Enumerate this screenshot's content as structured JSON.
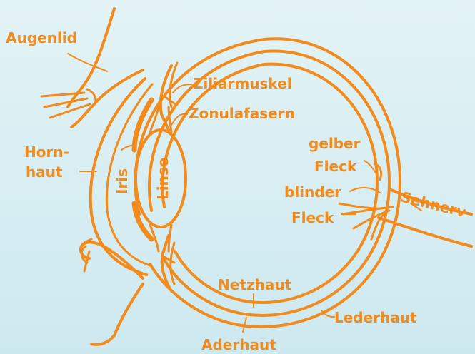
{
  "colors": {
    "ink": "#f28a1c",
    "background_top": "#e3f3f5",
    "background_bottom": "#cde9f0"
  },
  "labels": {
    "augenlid": "Augenlid",
    "ziliarmuskel": "Ziliarmuskel",
    "zonulafasern": "Zonulafasern",
    "hornhaut_1": "Horn-",
    "hornhaut_2": "haut",
    "iris": "Iris",
    "linse": "Linse",
    "gelber_1": "gelber",
    "gelber_2": "Fleck",
    "blinder_1": "blinder",
    "blinder_2": "Fleck",
    "sehnerv": "Sehnerv",
    "netzhaut": "Netzhaut",
    "lederhaut": "Lederhaut",
    "aderhaut": "Aderhaut"
  }
}
